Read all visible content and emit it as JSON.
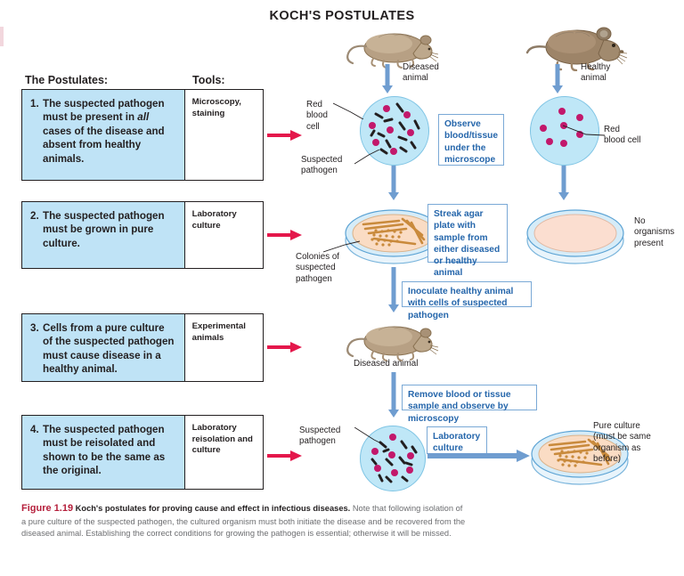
{
  "figure": {
    "title": "KOCH'S POSTULATES",
    "caption_number": "Figure 1.19",
    "caption_lede": "Koch's postulates for proving cause and effect in infectious diseases.",
    "caption_body": " Note that following isolation of a pure culture of the suspected pathogen, the cultured organism must both initiate the disease and be recovered from the diseased animal. Establishing the correct conditions for growing the pathogen is essential; otherwise it will be missed."
  },
  "columns": {
    "postulates_header": "The Postulates:",
    "tools_header": "Tools:"
  },
  "postulates": [
    {
      "number": "1.",
      "text_before_italic": "The suspected pathogen must be present in ",
      "italic_word": "all",
      "text_after_italic": " cases of the disease and absent from healthy animals.",
      "tool": "Microscopy, staining"
    },
    {
      "number": "2.",
      "text_before_italic": "The suspected pathogen must be grown in pure culture.",
      "italic_word": "",
      "text_after_italic": "",
      "tool": "Laboratory culture"
    },
    {
      "number": "3.",
      "text_before_italic": "Cells from a pure culture of the suspected pathogen must cause disease in a healthy animal.",
      "italic_word": "",
      "text_after_italic": "",
      "tool": "Experimental animals"
    },
    {
      "number": "4.",
      "text_before_italic": "The suspected pathogen must be reisolated and shown to be the same as the original.",
      "italic_word": "",
      "text_after_italic": "",
      "tool": "Laboratory reisolation and culture"
    }
  ],
  "labels": {
    "diseased_animal_top": "Diseased animal",
    "healthy_animal_top": "Healthy animal",
    "red_blood_cell_left": "Red blood cell",
    "suspected_pathogen_left": "Suspected pathogen",
    "red_blood_cell_right": "Red blood cell",
    "colonies_of_suspected_pathogen": "Colonies of suspected pathogen",
    "no_organisms_present": "No organisms present",
    "diseased_animal_mid": "Diseased animal",
    "suspected_pathogen_bottom": "Suspected pathogen",
    "pure_culture": "Pure culture (must be same organism as before)"
  },
  "callouts": {
    "observe": "Observe blood/tissue under the microscope",
    "streak": "Streak agar plate with sample from either diseased or healthy animal",
    "inoculate": "Inoculate healthy animal with cells of suspected pathogen",
    "remove_blood": "Remove blood or tissue sample and observe by microscopy",
    "laboratory_culture": "Laboratory culture"
  },
  "colors": {
    "postulate_fill": "#bfe3f6",
    "box_border": "#231f20",
    "red_arrow": "#e4174b",
    "blue_arrow": "#6f9dd0",
    "callout_text": "#2566ab",
    "callout_border": "#7aa9d6",
    "blood_circle_fill": "#bfe7f7",
    "rbc_dot": "#c2186b",
    "bacteria": "#231f20",
    "agar_fill": "#fadcc4",
    "colony_streak": "#c98a3c",
    "empty_agar": "#fbded0",
    "caption_figno": "#b51f3b"
  },
  "blood_samples": {
    "diseased_top": {
      "rbc_count": 7,
      "bacteria_count": 12
    },
    "healthy_top": {
      "rbc_count": 7,
      "bacteria_count": 0
    },
    "reisolated_bottom": {
      "rbc_count": 7,
      "bacteria_count": 11
    }
  }
}
